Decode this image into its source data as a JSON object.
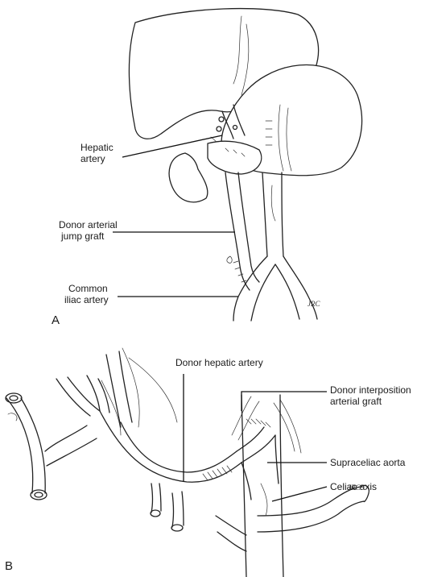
{
  "panel_a": {
    "letter": "A",
    "labels": {
      "hepatic_artery": [
        "Hepatic",
        "artery"
      ],
      "jump_graft": [
        "Donor arterial",
        "jump graft"
      ],
      "common_iliac": [
        "Common",
        "iliac artery"
      ]
    }
  },
  "panel_b": {
    "letter": "B",
    "labels": {
      "donor_hepatic": "Donor hepatic artery",
      "interposition_graft": [
        "Donor interposition",
        "arterial graft"
      ],
      "supraceliac_aorta": "Supraceliac aorta",
      "celiac_axis": "Celiac axis"
    }
  },
  "signature": "JRC"
}
